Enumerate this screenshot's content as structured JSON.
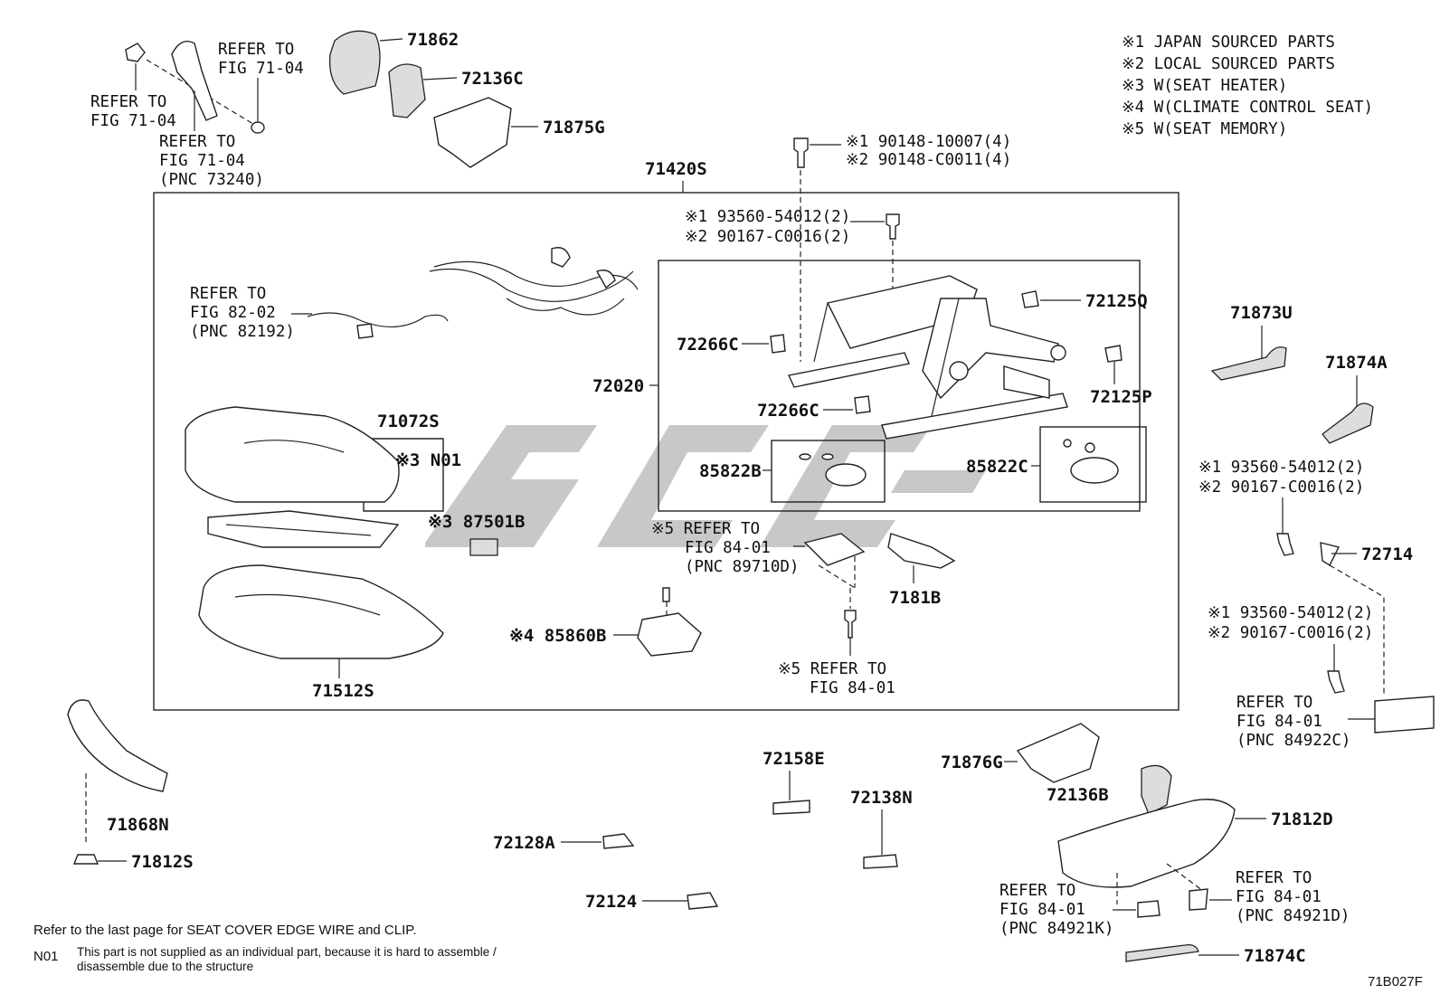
{
  "legend": [
    "※1 JAPAN SOURCED PARTS",
    "※2 LOCAL SOURCED PARTS",
    "※3 W(SEAT HEATER)",
    "※4 W(CLIMATE CONTROL SEAT)",
    "※5 W(SEAT MEMORY)"
  ],
  "parts": {
    "p71862": "71862",
    "p72136C": "72136C",
    "p71875G": "71875G",
    "p71420S": "71420S",
    "p72020": "72020",
    "p72125Q": "72125Q",
    "p72125P": "72125P",
    "p72266C_a": "72266C",
    "p72266C_b": "72266C",
    "p85822B": "85822B",
    "p85822C": "85822C",
    "p71072S": "71072S",
    "pN01": "※3 N01",
    "p87501B": "※3 87501B",
    "p85860B": "※4 85860B",
    "p71512S": "71512S",
    "p7181B": "7181B",
    "p71873U": "71873U",
    "p71874A": "71874A",
    "p72714": "72714",
    "p71868N": "71868N",
    "p71812S": "71812S",
    "p72158E": "72158E",
    "p72138N": "72138N",
    "p71876G": "71876G",
    "p72136B": "72136B",
    "p71812D": "71812D",
    "p72128A": "72128A",
    "p72124": "72124",
    "p71874C": "71874C"
  },
  "bolts": {
    "b1_l1": "※1 90148-10007(4)",
    "b1_l2": "※2 90148-C0011(4)",
    "b2_l1": "※1 93560-54012(2)",
    "b2_l2": "※2 90167-C0016(2)",
    "b3_l1": "※1 93560-54012(2)",
    "b3_l2": "※2 90167-C0016(2)",
    "b4_l1": "※1 93560-54012(2)",
    "b4_l2": "※2 90167-C0016(2)"
  },
  "refs": {
    "r1_l1": "REFER TO",
    "r1_l2": "FIG 71-04",
    "r2_l1": "REFER TO",
    "r2_l2": "FIG 71-04",
    "r3_l1": "REFER TO",
    "r3_l2": "FIG 71-04",
    "r3_l3": "(PNC 73240)",
    "r4_l1": "REFER TO",
    "r4_l2": "FIG 82-02",
    "r4_l3": "(PNC 82192)",
    "r5_l1": "※5 REFER TO",
    "r5_l2": "FIG 84-01",
    "r5_l3": "(PNC 89710D)",
    "r6_l1": "※5 REFER TO",
    "r6_l2": "FIG 84-01",
    "r7_l1": "REFER TO",
    "r7_l2": "FIG 84-01",
    "r7_l3": "(PNC 84922C)",
    "r8_l1": "REFER TO",
    "r8_l2": "FIG 84-01",
    "r8_l3": "(PNC 84921K)",
    "r9_l1": "REFER TO",
    "r9_l2": "FIG 84-01",
    "r9_l3": "(PNC 84921D)"
  },
  "notes": {
    "refer_line": "Refer to the last page for SEAT COVER EDGE WIRE and CLIP.",
    "n01_code": "N01",
    "n01_l1": "This part is not supplied as an individual part, because it is hard to assemble /",
    "n01_l2": "disassemble due to the structure"
  },
  "figure_code": "71B027F"
}
